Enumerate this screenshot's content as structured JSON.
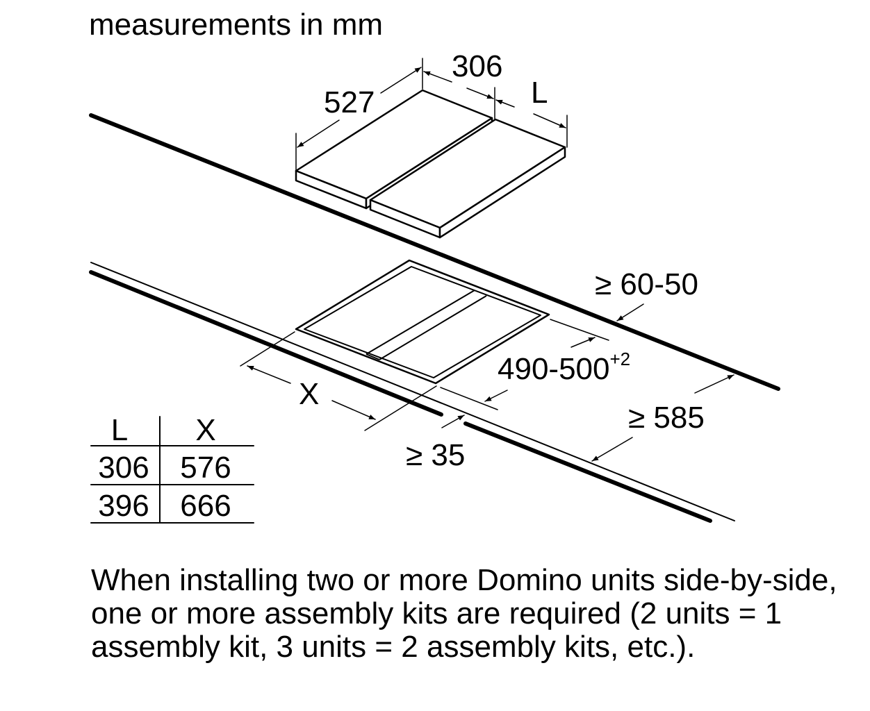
{
  "header": {
    "units": "measurements in mm"
  },
  "dimensions": {
    "depth": "527",
    "width": "306",
    "width_var": "L",
    "cutout_depth": "490-500",
    "cutout_tol": "+2",
    "cutout_width": "X",
    "front_edge": "≥ 35",
    "rear_edge": "≥ 60-50",
    "counter_depth": "≥ 585"
  },
  "table": {
    "headers": [
      "L",
      "X"
    ],
    "rows": [
      [
        "306",
        "576"
      ],
      [
        "396",
        "666"
      ]
    ]
  },
  "note": "When installing two or more Domino units side-by-side, one or more assembly kits are required (2 units = 1 assembly kit, 3 units = 2 assembly kits, etc.)."
}
